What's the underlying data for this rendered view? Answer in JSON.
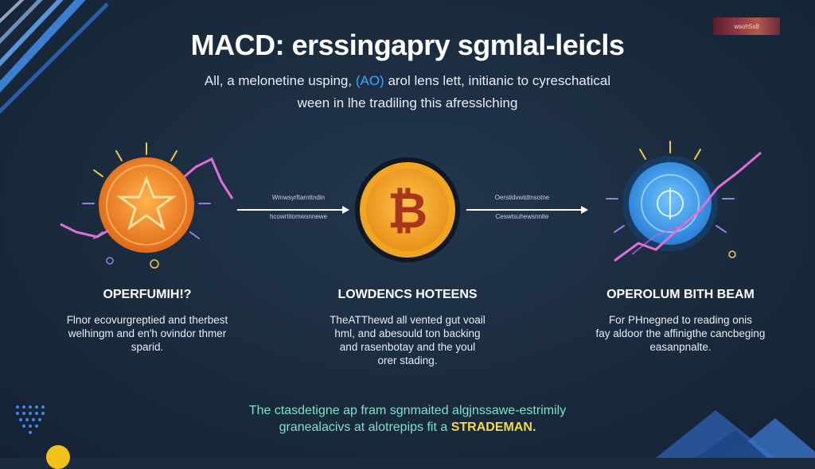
{
  "header": {
    "title": "MACD: erssingapry sgmlal-leicls",
    "subtitle_line1_a": "All, a melonetine usping, ",
    "subtitle_line1_hl": "(AO)",
    "subtitle_line1_b": " arol lens lett, initianic to cyreschatical",
    "subtitle_line2": "ween in lhe tradiling this afresslching",
    "logo_text": "wsoh5s8"
  },
  "flow": {
    "arrow1_label_top": "Wmwsyrftarnttndin",
    "arrow1_label_bottom": "hcowrtitomwsnnewe",
    "arrow2_label_top": "Oerstidvwtdtnsotne",
    "arrow2_label_bottom": "Ceswtsuhewsnnite"
  },
  "columns": [
    {
      "title": "OPERFUMIH!?",
      "body": [
        "Flnor ecovurgreptied and therbest",
        "welhingm and en'h ovindor thmer",
        "sparid."
      ]
    },
    {
      "title": "LOWDENCS HOTEENS",
      "body": [
        "TheATThewd all vented gut voail",
        "hml, and abesould ton backing",
        "and rasenbotay and the youl",
        "orer stading."
      ]
    },
    {
      "title": "OPEROLUM BITH BEAM",
      "body": [
        "For PHnegned to reading onis",
        "fay aldoor the affinigthe cancbeging",
        "easanpnalte."
      ]
    }
  ],
  "footer": {
    "line1": "The ctasdetigne ap fram sgnmaited algjnssawe-estrimily",
    "line2_a": "granealacivs at alotrepips fit a ",
    "line2_hl": "STRADEMAN."
  },
  "icons": {
    "left": "star-coin-icon",
    "center": "bitcoin-icon",
    "right": "network-globe-icon"
  },
  "colors": {
    "orange": "#f08a2a",
    "bitcoin": "#f5a31a",
    "blue": "#3fa9ff",
    "pink": "#e070d8",
    "background": "#1b2a3d"
  }
}
